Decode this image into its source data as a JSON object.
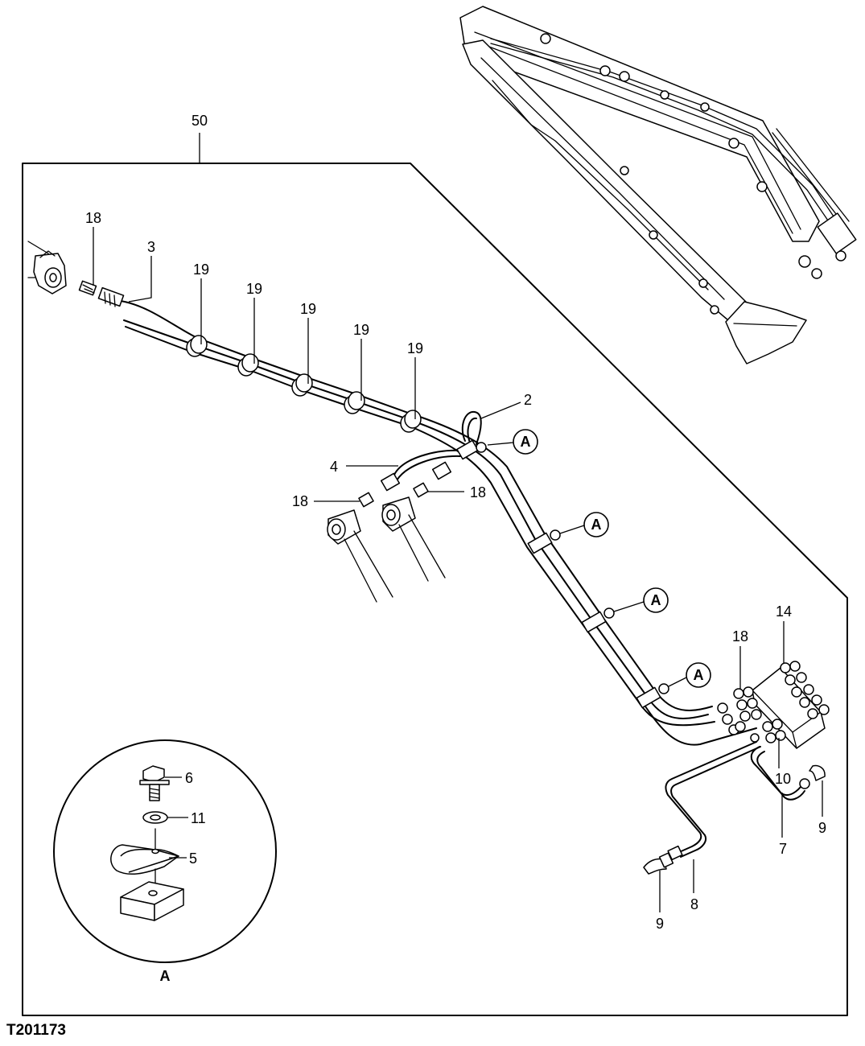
{
  "figure_id": "T201173",
  "assembly_callout": "50",
  "detail_view_label": "A",
  "callouts": {
    "c18a": "18",
    "c3": "3",
    "c19a": "19",
    "c19b": "19",
    "c19c": "19",
    "c19d": "19",
    "c19e": "19",
    "c2": "2",
    "c4": "4",
    "c18b": "18",
    "c18c": "18",
    "c14": "14",
    "c18d": "18",
    "c10": "10",
    "c9a": "9",
    "c7": "7",
    "c8": "8",
    "c9b": "9",
    "c6": "6",
    "c11": "11",
    "c5": "5"
  },
  "detail_refs": [
    "A",
    "A",
    "A",
    "A"
  ]
}
